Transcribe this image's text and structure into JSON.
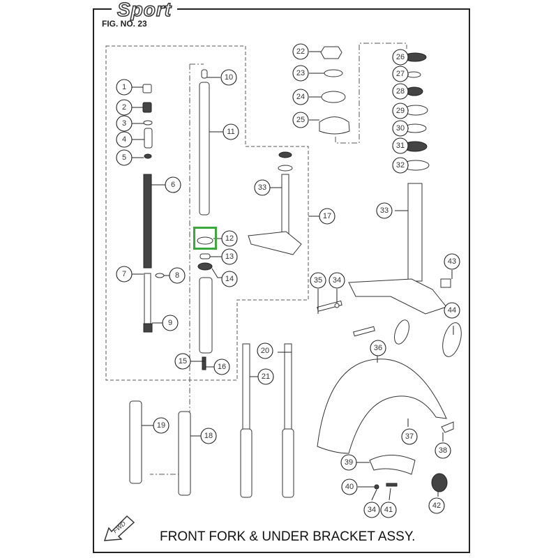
{
  "header": {
    "brand_logo_text": "Sport",
    "figure_number": "FIG. NO. 23"
  },
  "caption": "FRONT FORK & UNDER BRACKET ASSY.",
  "direction_indicator": "FWD",
  "highlight": {
    "part_number": "12",
    "color": "#3aa83a"
  },
  "callouts": [
    {
      "id": "1"
    },
    {
      "id": "2"
    },
    {
      "id": "3"
    },
    {
      "id": "4"
    },
    {
      "id": "5"
    },
    {
      "id": "6"
    },
    {
      "id": "7"
    },
    {
      "id": "8"
    },
    {
      "id": "9"
    },
    {
      "id": "10"
    },
    {
      "id": "11"
    },
    {
      "id": "12"
    },
    {
      "id": "13"
    },
    {
      "id": "14"
    },
    {
      "id": "15"
    },
    {
      "id": "16"
    },
    {
      "id": "17"
    },
    {
      "id": "18"
    },
    {
      "id": "19"
    },
    {
      "id": "20"
    },
    {
      "id": "21"
    },
    {
      "id": "22"
    },
    {
      "id": "23"
    },
    {
      "id": "24"
    },
    {
      "id": "25"
    },
    {
      "id": "26"
    },
    {
      "id": "27"
    },
    {
      "id": "28"
    },
    {
      "id": "29"
    },
    {
      "id": "30"
    },
    {
      "id": "31"
    },
    {
      "id": "32"
    },
    {
      "id": "33"
    },
    {
      "id": "33"
    },
    {
      "id": "34"
    },
    {
      "id": "34"
    },
    {
      "id": "35"
    },
    {
      "id": "36"
    },
    {
      "id": "37"
    },
    {
      "id": "38"
    },
    {
      "id": "39"
    },
    {
      "id": "40"
    },
    {
      "id": "41"
    },
    {
      "id": "42"
    },
    {
      "id": "43"
    },
    {
      "id": "44"
    }
  ]
}
